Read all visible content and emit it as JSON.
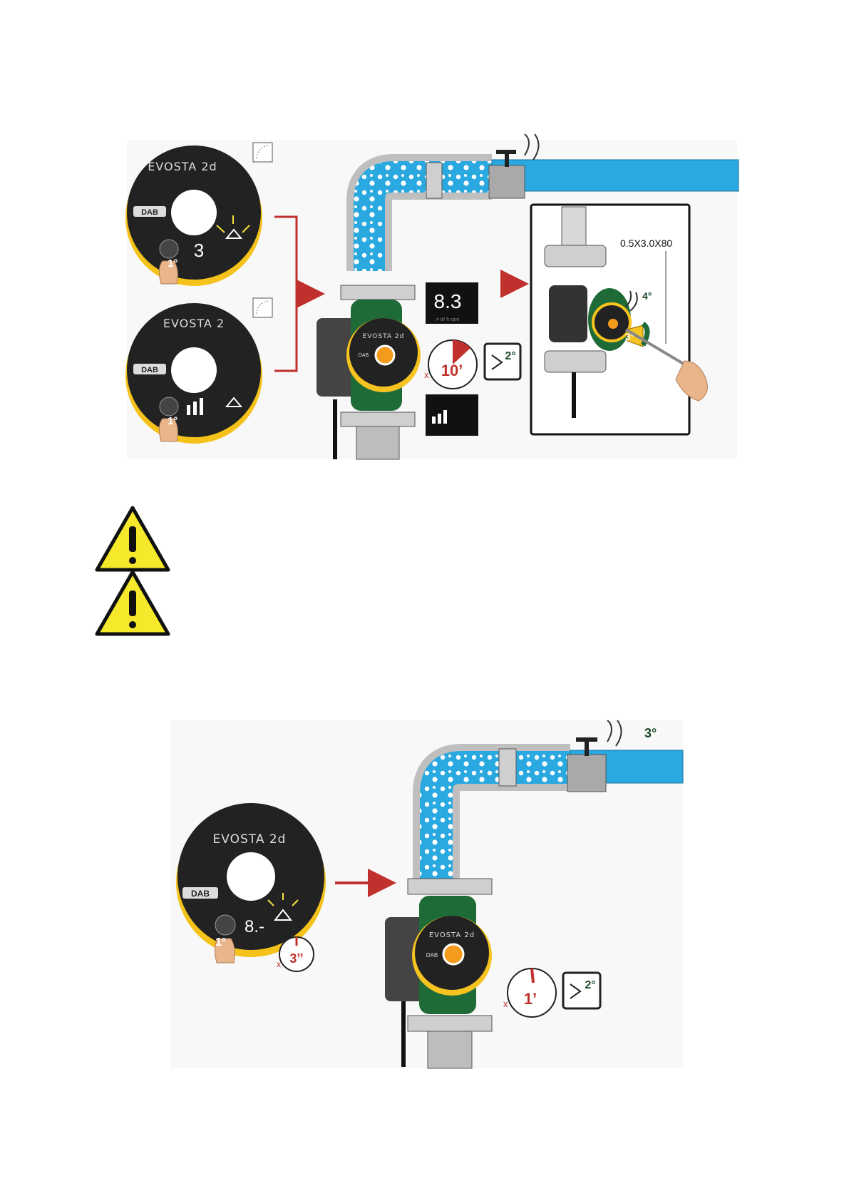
{
  "figure_top": {
    "pump_models": [
      {
        "name": "EVOSTA 2d",
        "brand": "DAB",
        "press_step": "1°"
      },
      {
        "name": "EVOSTA 2",
        "brand": "DAB",
        "press_step": "1°"
      }
    ],
    "display_value": "8.3",
    "display_units": "≠ W h rpm",
    "timer_label": "10’",
    "timer_mult": "x",
    "observe_step": "2°",
    "screwdriver_size": "0.5X3.0X80",
    "step_3": "3°",
    "step_4": "4°",
    "pump_face_label": "EVOSTA 2d",
    "pump_face_brand": "DAB"
  },
  "warnings": [
    {
      "icon": "warning-triangle-icon"
    },
    {
      "icon": "warning-triangle-icon"
    }
  ],
  "figure_bottom": {
    "pump_model": "EVOSTA 2d",
    "brand": "DAB",
    "press_step": "1°",
    "hold_time": "3’’",
    "hold_mult": "x",
    "timer_label": "1’",
    "timer_mult": "x",
    "observe_step": "2°",
    "vent_step": "3°",
    "pump_face_label": "EVOSTA 2d",
    "pump_face_brand": "DAB"
  },
  "colors": {
    "water": "#2aa8e0",
    "pipe": "#c8c8c8",
    "arrow": "#c0302c",
    "pump_green": "#1f6b38",
    "yellow": "#f6c320",
    "dark_text": "#1d4a2a"
  }
}
